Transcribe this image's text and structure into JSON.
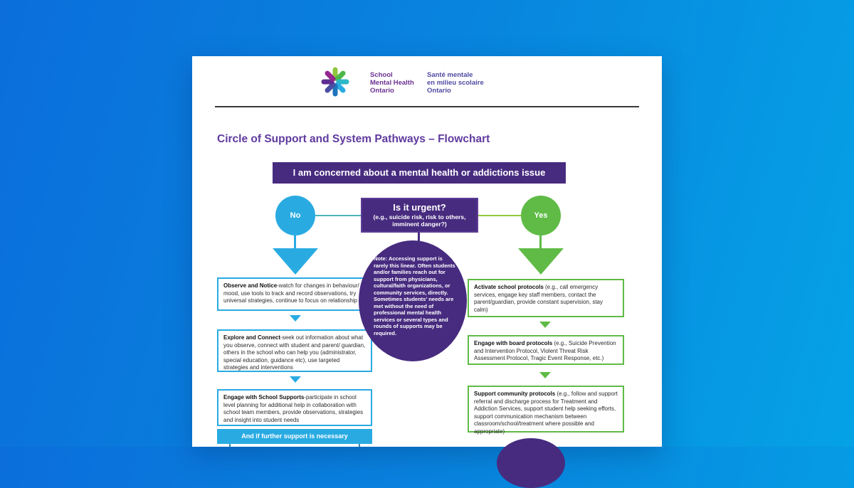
{
  "background": {
    "gradient_start": "#0b6edb",
    "gradient_end": "#05a2e6"
  },
  "colors": {
    "brand_purple": "#472b7f",
    "heading_purple": "#5f3a9e",
    "path_blue": "#29abe2",
    "path_green": "#5fbb46"
  },
  "logo": {
    "icon": "smho-flower-icon",
    "english": "School\nMental Health\nOntario",
    "french": "Santé mentale\nen milieu scolaire\nOntario"
  },
  "page_title": "Circle of Support and System Pathways – Flowchart",
  "flowchart": {
    "top_banner": "I am concerned about a mental health or addictions issue",
    "no_label": "No",
    "yes_label": "Yes",
    "urgent_title": "Is it urgent?",
    "urgent_subtitle": "(e.g., suicide risk, risk to others, imminent danger?)",
    "note": "Note: Accessing support is rarely this linear. Often students and/or families reach out for support from physicians, cultural/faith organizations, or community services, directly. Sometimes students' needs are met without the need of professional mental health services or several types and rounds of supports may be required.",
    "left_steps": [
      {
        "bold": "Observe and Notice",
        "rest": "-watch for changes in behaviour/ mood, use tools to track and record observations, try universal strategies, continue to focus on relationship"
      },
      {
        "bold": "Explore and Connect",
        "rest": "-seek out information about what you observe, connect with student and parent/ guardian, others in the school who can help you (administrator, special education, guidance etc), use targeted strategies and interventions"
      },
      {
        "bold": "Engage with School Supports",
        "rest": "-participate in school level planning for additional help in collaboration with school team members, provide observations, strategies and insight into student needs"
      }
    ],
    "left_banner": "And if further support is necessary",
    "right_steps": [
      {
        "bold": "Activate school protocols",
        "rest": " (e.g., call emergency services, engage key staff members, contact the parent/guardian, provide constant supervision, stay calm)"
      },
      {
        "bold": "Engage with board protocols",
        "rest": " (e.g., Suicide Prevention and Intervention Protocol, Violent Threat Risk Assessment Protocol, Tragic Event Response, etc.)"
      },
      {
        "bold": "Support community protocols",
        "rest": " (e.g., follow and support referral and discharge process for Treatment and Addiction Services, support student help seeking efforts, support communication mechanism between classroom/school/treatment where possible and appropriate)"
      }
    ]
  }
}
